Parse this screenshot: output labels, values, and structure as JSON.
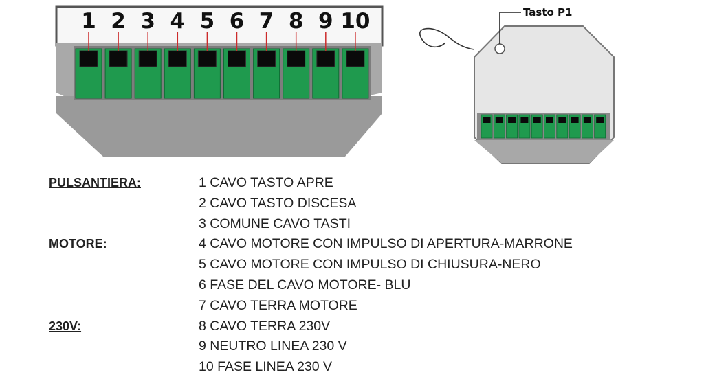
{
  "terminal_block": {
    "numbers": [
      "1",
      "2",
      "3",
      "4",
      "5",
      "6",
      "7",
      "8",
      "9",
      "10"
    ],
    "colors": {
      "green": "#1f9a4e",
      "green_dark": "#0f6b34",
      "housing_white": "#f7f7f7",
      "housing_gray": "#a9a9a9",
      "housing_gray_dark": "#9a9a9a",
      "socket": "#0a0a0a"
    }
  },
  "module": {
    "button_label": "Tasto P1",
    "terminal_count": 10
  },
  "legend": {
    "groups": [
      {
        "label": "PULSANTIERA:",
        "row": 0
      },
      {
        "label": "MOTORE:",
        "row": 3
      },
      {
        "label": "230V:",
        "row": 7
      }
    ],
    "lines": [
      "1 CAVO TASTO APRE",
      "2 CAVO TASTO DISCESA",
      "3 COMUNE CAVO TASTI",
      "4 CAVO MOTORE CON IMPULSO DI APERTURA-MARRONE",
      "5 CAVO MOTORE CON IMPULSO DI CHIUSURA-NERO",
      "6 FASE DEL CAVO MOTORE- BLU",
      "7 CAVO TERRA MOTORE",
      "8 CAVO TERRA 230V",
      "9 NEUTRO LINEA 230 V",
      "10 FASE LINEA 230 V"
    ]
  }
}
